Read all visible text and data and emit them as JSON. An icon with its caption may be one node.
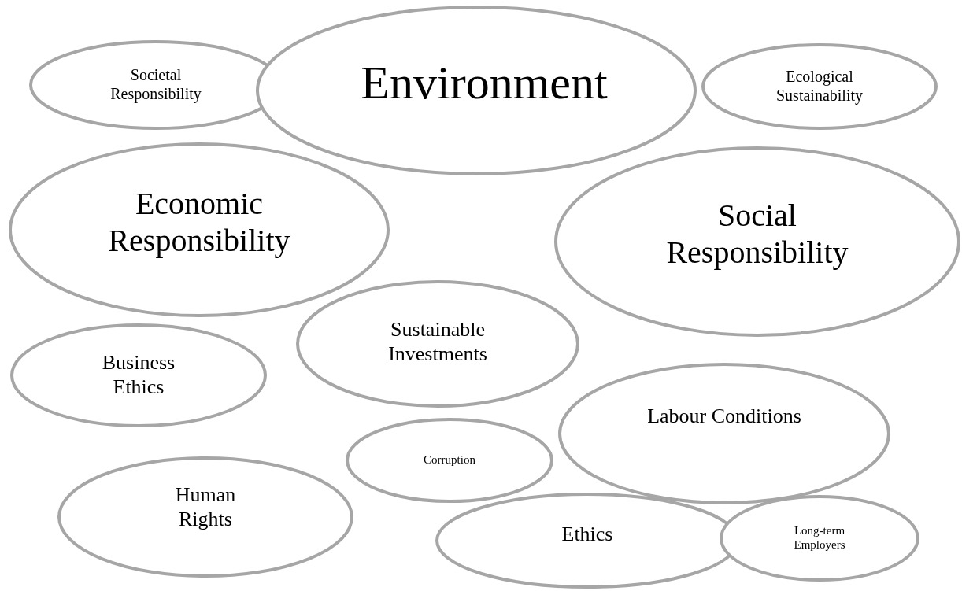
{
  "diagram": {
    "nodes": [
      {
        "text": [
          "Societal Responsibility"
        ]
      },
      {
        "text": [
          "Environment"
        ]
      },
      {
        "text": [
          "Ecological Sustainability"
        ]
      },
      {
        "text": [
          "Economic Responsibility"
        ]
      },
      {
        "text": [
          "Social Responsibility"
        ]
      },
      {
        "text": [
          "Sustainable Investments"
        ]
      },
      {
        "text": [
          "Business Ethics"
        ]
      },
      {
        "text": [
          "Labour Conditions"
        ]
      },
      {
        "text": [
          "Corruption"
        ]
      },
      {
        "text": [
          "Human Rights"
        ]
      },
      {
        "text": [
          "Ethics"
        ]
      },
      {
        "text": [
          "Long-term Employers"
        ]
      }
    ]
  }
}
